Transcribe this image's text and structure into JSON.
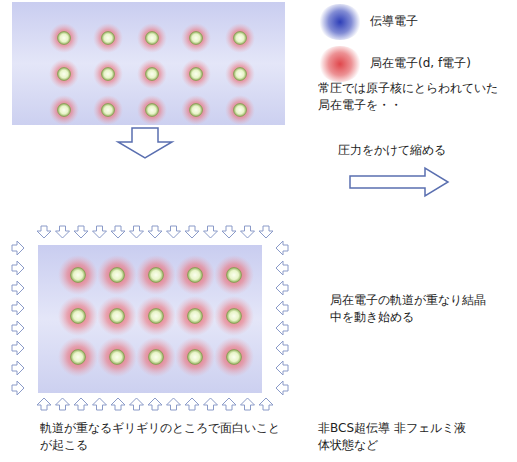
{
  "diagram": {
    "labels": [
      "常圧では原子核にとらわれていた局在電子を・・",
      "圧力をかけて縮める",
      "局在電子の軌道が重なり結晶中を動き始める",
      "軌道が重なるギリギリのところで面白いことが起こる",
      "非BCS超伝導 非フェルミ液体状態など"
    ],
    "legend": [
      {
        "text": "伝導電子",
        "color": "#2e3fb8"
      },
      {
        "text": "局在電子(d, f電子)",
        "color": "#e0474c"
      }
    ]
  }
}
